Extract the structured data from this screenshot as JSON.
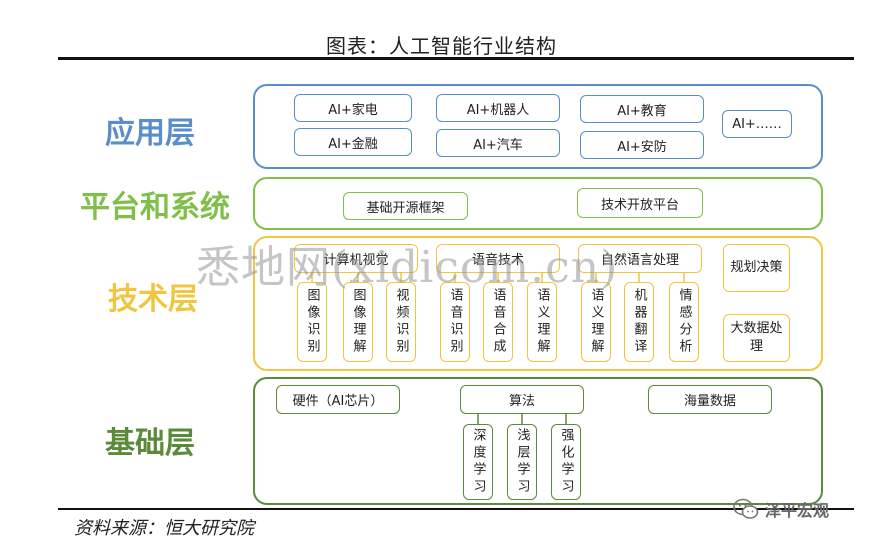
{
  "title": "图表：人工智能行业结构",
  "source": "资料来源：恒大研究院",
  "watermark": "悉地网(xidicom.cn)",
  "wechat_account": "泽平宏观",
  "colors": {
    "application": "#5b8ec8",
    "platform": "#7fbf4a",
    "technology": "#f0c640",
    "foundation": "#5a8a3a"
  },
  "layers": {
    "application": {
      "label": "应用层",
      "items": [
        "AI+家电",
        "AI+机器人",
        "AI+教育",
        "AI+金融",
        "AI+汽车",
        "AI+安防",
        "AI+……"
      ]
    },
    "platform": {
      "label": "平台和系统",
      "items": [
        "基础开源框架",
        "技术开放平台"
      ]
    },
    "technology": {
      "label": "技术层",
      "groups": [
        {
          "name": "计算机视觉",
          "children": [
            "图像识别",
            "图像理解",
            "视频识别"
          ]
        },
        {
          "name": "语音技术",
          "children": [
            "语音识别",
            "语音合成",
            "语义理解"
          ]
        },
        {
          "name": "自然语言处理",
          "children": [
            "语义理解",
            "机器翻译",
            "情感分析"
          ]
        }
      ],
      "others": [
        "规划决策",
        "大数据处理"
      ]
    },
    "foundation": {
      "label": "基础层",
      "items": [
        "硬件（AI芯片）",
        "算法",
        "海量数据"
      ],
      "algorithm_children": [
        "深度学习",
        "浅层学习",
        "强化学习"
      ]
    }
  }
}
